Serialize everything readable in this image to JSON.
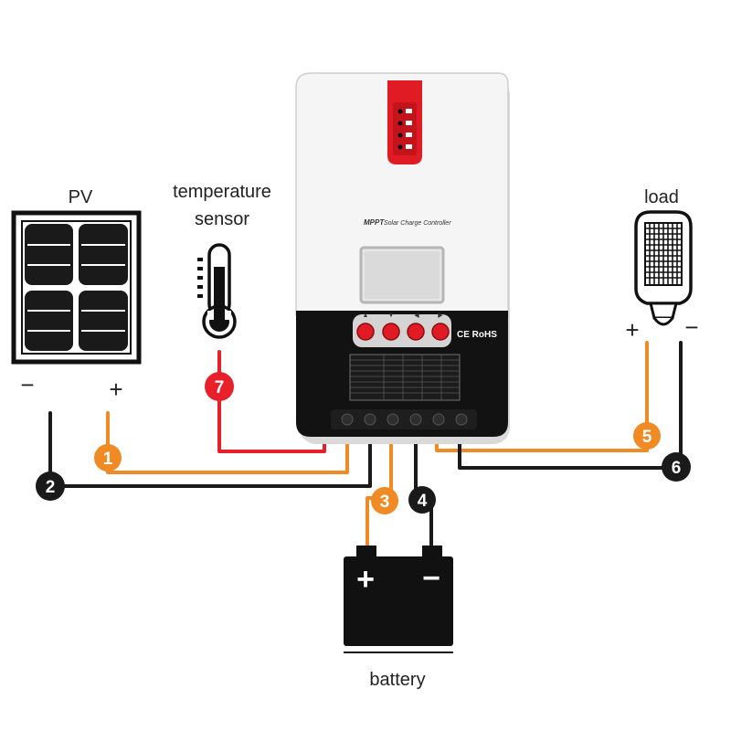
{
  "labels": {
    "pv": "PV",
    "temperature_sensor_line1": "temperature",
    "temperature_sensor_line2": "sensor",
    "load": "load",
    "battery": "battery",
    "pv_minus": "−",
    "pv_plus": "+",
    "load_plus": "+",
    "load_minus": "−",
    "battery_plus": "+",
    "battery_minus": "−"
  },
  "controller": {
    "title": "MPPT",
    "subtitle": "Solar Charge Controller",
    "certification": "CE RoHS"
  },
  "connections": [
    {
      "number": "1",
      "color": "#f08a24"
    },
    {
      "number": "2",
      "color": "#1a1a1a"
    },
    {
      "number": "3",
      "color": "#f08a24"
    },
    {
      "number": "4",
      "color": "#1a1a1a"
    },
    {
      "number": "5",
      "color": "#f08a24"
    },
    {
      "number": "6",
      "color": "#1a1a1a"
    },
    {
      "number": "7",
      "color": "#e8202a"
    }
  ],
  "colors": {
    "positive_wire": "#f08a24",
    "negative_wire": "#1a1a1a",
    "sensor_wire": "#e8202a",
    "controller_body": "#f4f4f4",
    "controller_base": "#111111",
    "accent_red": "#e01b24"
  }
}
